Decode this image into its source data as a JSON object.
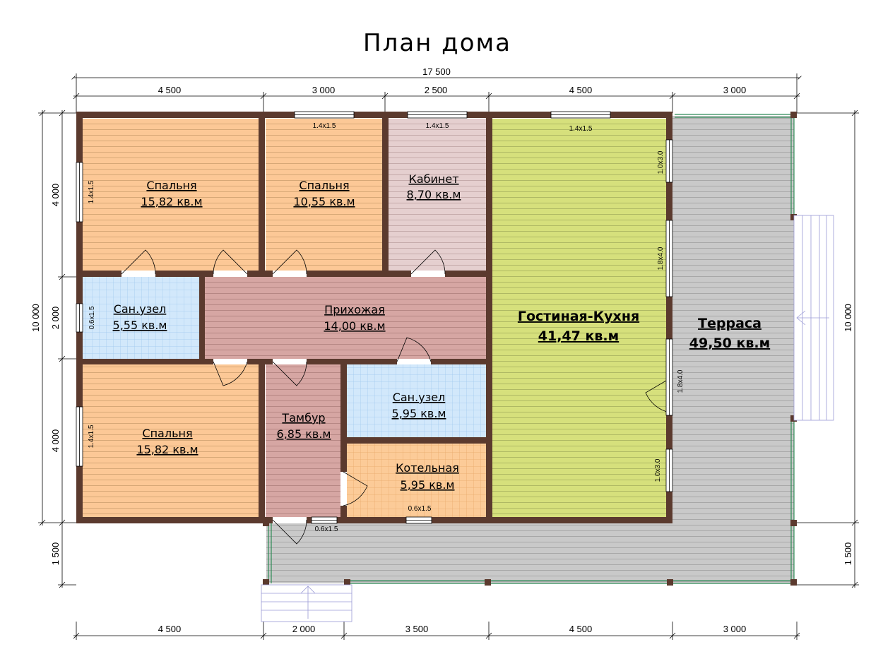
{
  "title": "План дома",
  "dims": {
    "total_width": "17 500",
    "top": [
      "4 500",
      "3 000",
      "2 500",
      "4 500",
      "3 000"
    ],
    "bottom": [
      "4 500",
      "2 000",
      "3 500",
      "4 500",
      "3 000"
    ],
    "left": [
      "4 000",
      "2 000",
      "4 000",
      "1 500"
    ],
    "left_total": "10 000",
    "right_total": "10 000",
    "right_bottom": "1 500"
  },
  "rooms": {
    "bedroom1": {
      "name": "Спальня",
      "area": "15,82 кв.м"
    },
    "bedroom2": {
      "name": "Спальня",
      "area": "10,55 кв.м"
    },
    "office": {
      "name": "Кабинет",
      "area": "8,70 кв.м"
    },
    "living": {
      "name": "Гостиная-Кухня",
      "area": "41,47 кв.м"
    },
    "terrace": {
      "name": "Терраса",
      "area": "49,50 кв.м"
    },
    "bath1": {
      "name": "Сан.узел",
      "area": "5,55 кв.м"
    },
    "hall": {
      "name": "Прихожая",
      "area": "14,00 кв.м"
    },
    "bedroom3": {
      "name": "Спальня",
      "area": "15,82 кв.м"
    },
    "vestibule": {
      "name": "Тамбур",
      "area": "6,85 кв.м"
    },
    "bath2": {
      "name": "Сан.узел",
      "area": "5,95 кв.м"
    },
    "boiler": {
      "name": "Котельная",
      "area": "5,95 кв.м"
    }
  },
  "windows": {
    "w_top1": "1.4x1.5",
    "w_top2": "1.4x1.5",
    "w_top3": "1.4x1.5",
    "w_left1": "1.4x1.5",
    "w_left2": "0.6x1.5",
    "w_left3": "1.4x1.5",
    "w_right1": "1.0x3.0",
    "w_right2": "1.8x4.0",
    "w_right3": "1.8x4.0",
    "w_right4": "1.0x3.0",
    "w_bottom1": "0.6x1.5",
    "w_bottom2": "0.6x1.5"
  },
  "colors": {
    "wall": "#5b3a2e",
    "bedroom": "#fcc896",
    "office": "#e3cccc",
    "hall": "#d7a7a4",
    "living": "#d6e07c",
    "bath": "#cfe6fb",
    "boiler": "#fcc896",
    "terrace": "#c8c8c8",
    "rail": "#2e8b57"
  }
}
